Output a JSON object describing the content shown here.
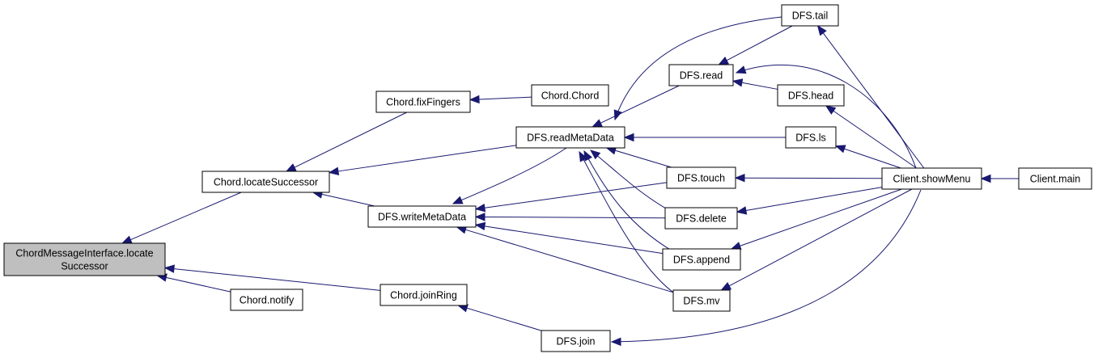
{
  "nodes": [
    {
      "id": "root",
      "lines": [
        "ChordMessageInterface.locate",
        "Successor"
      ]
    },
    {
      "id": "locateSuccessor",
      "lines": [
        "Chord.locateSuccessor"
      ]
    },
    {
      "id": "notify",
      "lines": [
        "Chord.notify"
      ]
    },
    {
      "id": "joinRing",
      "lines": [
        "Chord.joinRing"
      ]
    },
    {
      "id": "fixFingers",
      "lines": [
        "Chord.fixFingers"
      ]
    },
    {
      "id": "chordChord",
      "lines": [
        "Chord.Chord"
      ]
    },
    {
      "id": "readMetaData",
      "lines": [
        "DFS.readMetaData"
      ]
    },
    {
      "id": "writeMetaData",
      "lines": [
        "DFS.writeMetaData"
      ]
    },
    {
      "id": "join",
      "lines": [
        "DFS.join"
      ]
    },
    {
      "id": "tail",
      "lines": [
        "DFS.tail"
      ]
    },
    {
      "id": "read",
      "lines": [
        "DFS.read"
      ]
    },
    {
      "id": "head",
      "lines": [
        "DFS.head"
      ]
    },
    {
      "id": "ls",
      "lines": [
        "DFS.ls"
      ]
    },
    {
      "id": "touch",
      "lines": [
        "DFS.touch"
      ]
    },
    {
      "id": "delete",
      "lines": [
        "DFS.delete"
      ]
    },
    {
      "id": "append",
      "lines": [
        "DFS.append"
      ]
    },
    {
      "id": "mv",
      "lines": [
        "DFS.mv"
      ]
    },
    {
      "id": "showMenu",
      "lines": [
        "Client.showMenu"
      ]
    },
    {
      "id": "main",
      "lines": [
        "Client.main"
      ]
    }
  ],
  "edges": [
    {
      "from": "locateSuccessor",
      "to": "root"
    },
    {
      "from": "notify",
      "to": "root"
    },
    {
      "from": "joinRing",
      "to": "root"
    },
    {
      "from": "fixFingers",
      "to": "locateSuccessor"
    },
    {
      "from": "readMetaData",
      "to": "locateSuccessor"
    },
    {
      "from": "writeMetaData",
      "to": "locateSuccessor"
    },
    {
      "from": "chordChord",
      "to": "fixFingers"
    },
    {
      "from": "tail",
      "to": "readMetaData"
    },
    {
      "from": "read",
      "to": "readMetaData"
    },
    {
      "from": "ls",
      "to": "readMetaData"
    },
    {
      "from": "touch",
      "to": "readMetaData"
    },
    {
      "from": "delete",
      "to": "readMetaData"
    },
    {
      "from": "append",
      "to": "readMetaData"
    },
    {
      "from": "mv",
      "to": "readMetaData"
    },
    {
      "from": "readMetaData",
      "to": "writeMetaData"
    },
    {
      "from": "touch",
      "to": "writeMetaData"
    },
    {
      "from": "delete",
      "to": "writeMetaData"
    },
    {
      "from": "append",
      "to": "writeMetaData"
    },
    {
      "from": "mv",
      "to": "writeMetaData"
    },
    {
      "from": "join",
      "to": "joinRing"
    },
    {
      "from": "tail",
      "to": "read"
    },
    {
      "from": "head",
      "to": "read"
    },
    {
      "from": "showMenu",
      "to": "tail"
    },
    {
      "from": "showMenu",
      "to": "read"
    },
    {
      "from": "showMenu",
      "to": "head"
    },
    {
      "from": "showMenu",
      "to": "ls"
    },
    {
      "from": "showMenu",
      "to": "touch"
    },
    {
      "from": "showMenu",
      "to": "delete"
    },
    {
      "from": "showMenu",
      "to": "append"
    },
    {
      "from": "showMenu",
      "to": "mv"
    },
    {
      "from": "showMenu",
      "to": "join"
    },
    {
      "from": "main",
      "to": "showMenu"
    }
  ],
  "colors": {
    "edge": "#191970",
    "node_border": "#000000",
    "root_fill": "#bfbfbf",
    "node_fill": "#ffffff"
  }
}
